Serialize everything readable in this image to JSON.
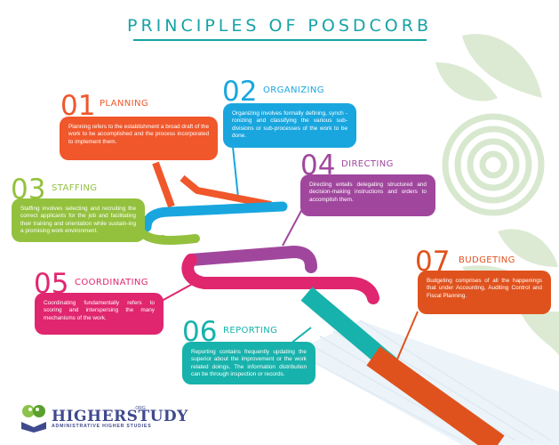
{
  "title": "PRINCIPLES OF POSDCORB",
  "principles": [
    {
      "number": "01",
      "heading": "PLANNING",
      "color": "#f0572b",
      "text": "Planning refers to the establishment a broad draft of the work to be accomplished and the process incorporated to implement them."
    },
    {
      "number": "02",
      "heading": "ORGANIZING",
      "color": "#19a6df",
      "text": "Organizing involves formally defining, synch -ronizing and classifying the various sub-divisions or sub-processes of the work to be done."
    },
    {
      "number": "03",
      "heading": "STAFFING",
      "color": "#93c13e",
      "text": "Staffing involves selecting and recruiting the correct applicants for the job and facilitating their training and orientation while sustain-ing a promising work environment."
    },
    {
      "number": "04",
      "heading": "DIRECTING",
      "color": "#a0479d",
      "text": "Directing entails delegating structured and decision-making instructions and orders to accomplish them."
    },
    {
      "number": "05",
      "heading": "COORDINATING",
      "color": "#e0266f",
      "text": "Coordinating fundamentally refers to scoring and interspersing the many mechanisms of the work."
    },
    {
      "number": "06",
      "heading": "REPORTING",
      "color": "#17b2ab",
      "text": "Reporting contains frequently updating the superior about the improvement or the work related doings. The information distribution can be through inspection or records."
    },
    {
      "number": "07",
      "heading": "BUDGETING",
      "color": "#e0521d",
      "text": "Budgeting comprises of all the happenings that under Accounting, Auditing Control and Fiscal Planning."
    }
  ],
  "logo": {
    "name": "HIGHERSTUDY",
    "suffix": ".ORG",
    "tagline": "ADMINISTRATIVE HIGHER STUDIES"
  }
}
